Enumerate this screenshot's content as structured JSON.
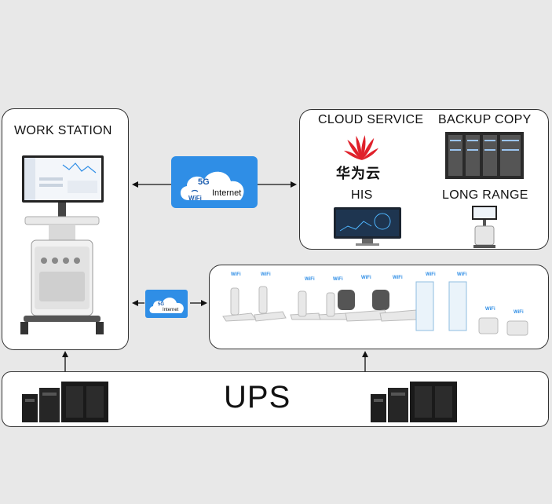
{
  "workstation": {
    "title": "WORK STATION"
  },
  "cloud_panel": {
    "cloud_service": "CLOUD SERVICE",
    "huawei_text": "华为云",
    "backup_copy": "BACKUP COPY",
    "his": "HIS",
    "long_range": "LONG RANGE"
  },
  "network_badge": {
    "five_g": "5G",
    "wifi": "WiFi",
    "internet": "Internet"
  },
  "device_wifi_label": "WiFi",
  "ups": {
    "label": "UPS"
  },
  "colors": {
    "badge_blue": "#2f8ee6",
    "huawei_red": "#e0212b",
    "panel_border": "#333333"
  }
}
